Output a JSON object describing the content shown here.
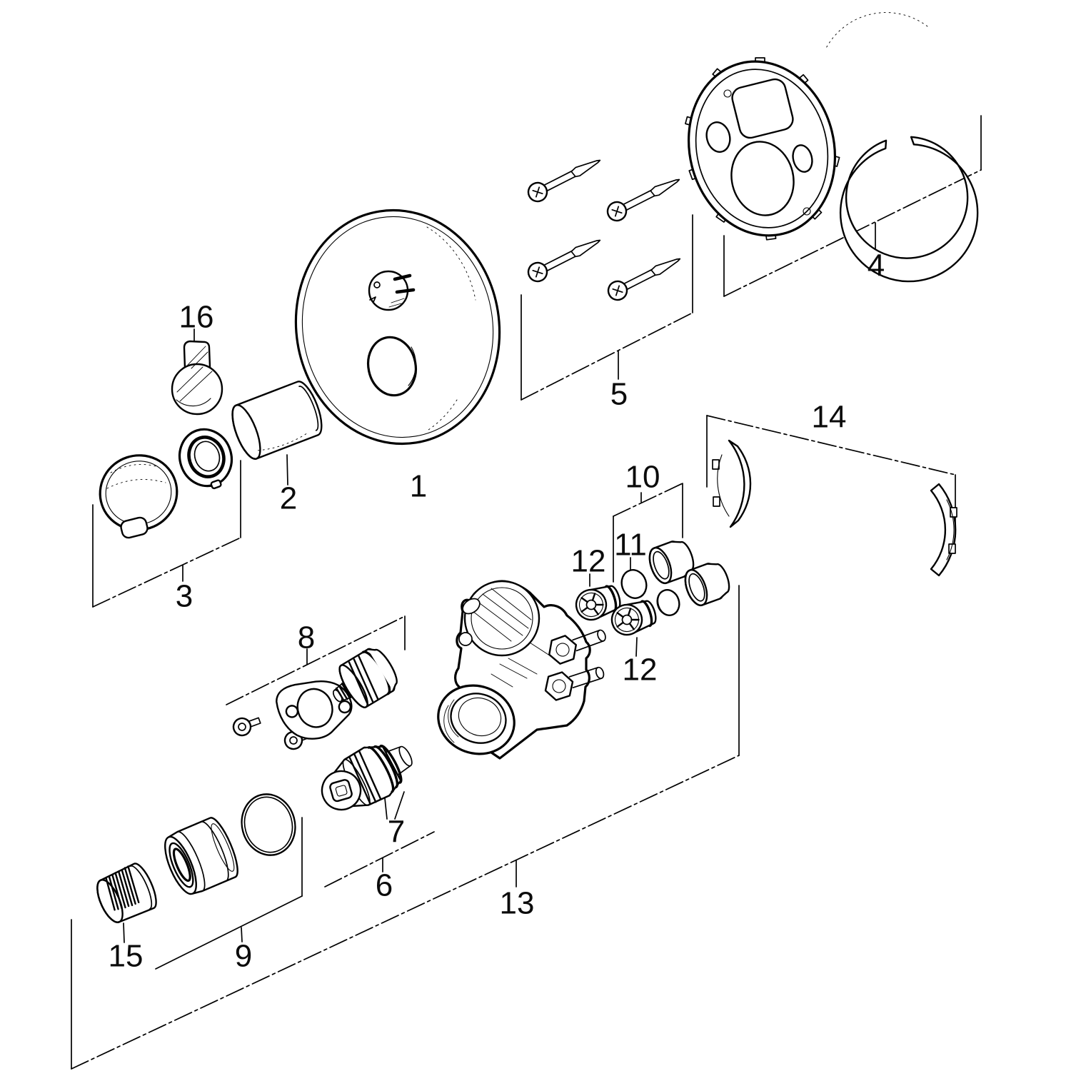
{
  "figure": {
    "type": "exploded-parts-diagram",
    "subject": "concealed thermostatic shower mixing valve",
    "ink": "#000000",
    "paper": "#ffffff"
  },
  "callouts": {
    "1": "1",
    "2": "2",
    "3": "3",
    "4": "4",
    "5": "5",
    "6": "6",
    "7": "7",
    "8": "8",
    "9": "9",
    "10": "10",
    "11": "11",
    "12": "12",
    "12b": "12",
    "13": "13",
    "14": "14",
    "15": "15",
    "16": "16"
  },
  "parts": [
    {
      "number": "1",
      "icon": "escutcheon-trim-plate"
    },
    {
      "number": "2",
      "icon": "trim-sleeve-cylinder"
    },
    {
      "number": "3",
      "icon": "dome-cap-and-stop-ring"
    },
    {
      "number": "4",
      "icon": "mounting-plate-and-snap-ring"
    },
    {
      "number": "5",
      "icon": "four-mounting-screws"
    },
    {
      "number": "6",
      "icon": "cartridge-assembly-group"
    },
    {
      "number": "7",
      "icon": "thermostatic-cartridge"
    },
    {
      "number": "8",
      "icon": "control-cartridge-flange-and-screws"
    },
    {
      "number": "9",
      "icon": "stop-hub-with-o-ring"
    },
    {
      "number": "10",
      "icon": "plug-cap-group"
    },
    {
      "number": "11",
      "icon": "seal-disc"
    },
    {
      "number": "12",
      "icon": "check-valve-cartridge"
    },
    {
      "number": "13",
      "icon": "valve-body-assembly"
    },
    {
      "number": "14",
      "icon": "mounting-clip-pair"
    },
    {
      "number": "15",
      "icon": "knurled-handle-adapter"
    },
    {
      "number": "16",
      "icon": "lever-knob"
    }
  ]
}
